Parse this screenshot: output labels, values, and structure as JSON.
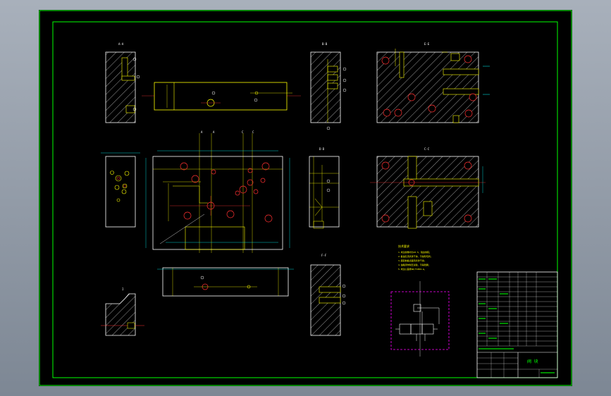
{
  "sheet": {
    "background": "#000000",
    "frame_color": "#00ff00",
    "hatch_color": "#ffffff",
    "part_color": "#ffff00",
    "center_color": "#ff3030",
    "dim_color": "#00ffff",
    "view_box_color": "#ff00ff"
  },
  "views": {
    "section_aa": "A-A",
    "section_bb": "B-B",
    "section_ee": "E-E",
    "section_dd": "D-D",
    "section_cc": "C-C",
    "section_ff": "F-F",
    "detail": "I"
  },
  "notes": {
    "title": "技术要求",
    "lines": [
      "1.未注倒角均为C0.5，锐边倒钝；",
      "2.各油孔须清洗干净，不得有毛刺；",
      "3.装配前各表面须清洗干净；",
      "4.油路须作耐压试验，不得泄漏；",
      "5.未注公差按GB/T1804-m。"
    ]
  },
  "title_block": {
    "title": "阀 块"
  }
}
